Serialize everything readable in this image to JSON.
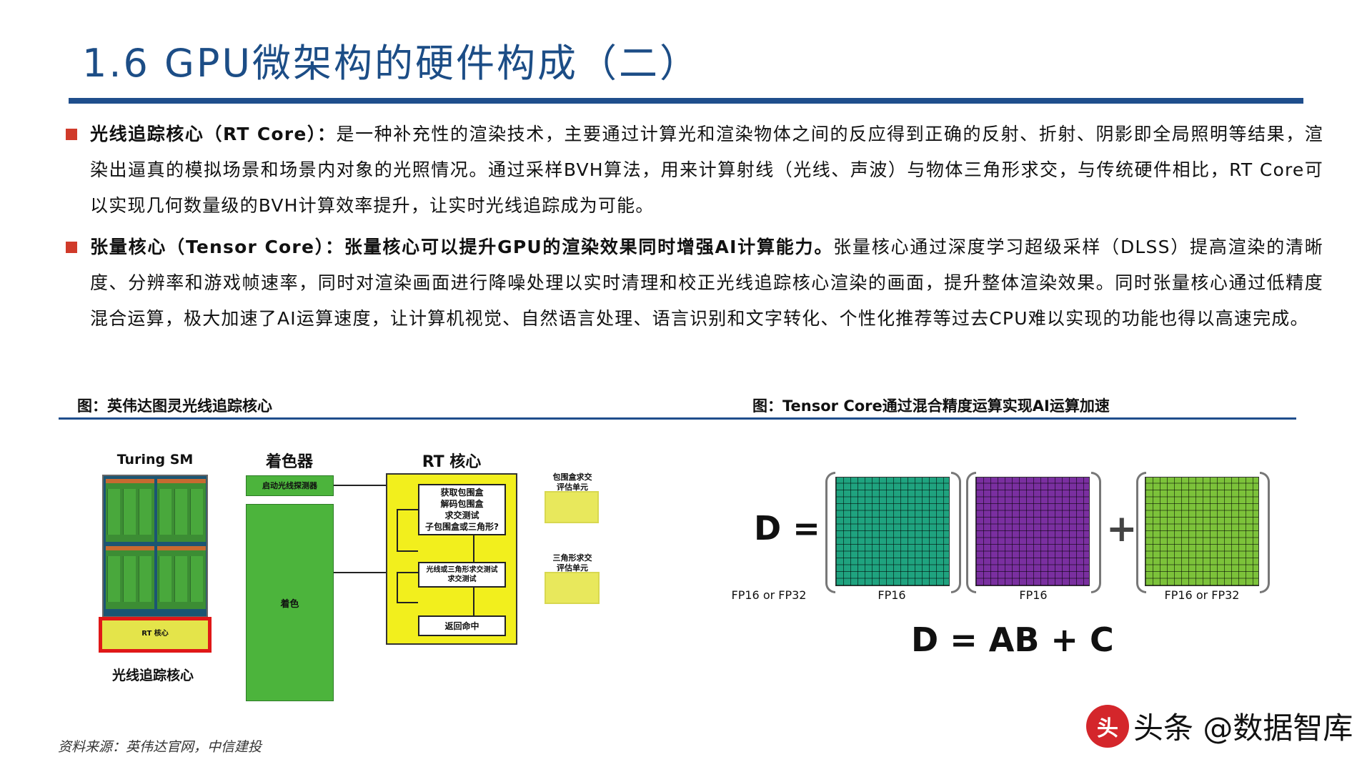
{
  "title": "1.6 GPU微架构的硬件构成（二）",
  "bullets": [
    {
      "head": "光线追踪核心（RT Core）：",
      "body": "是一种补充性的渲染技术，主要通过计算光和渲染物体之间的反应得到正确的反射、折射、阴影即全局照明等结果，渲染出逼真的模拟场景和场景内对象的光照情况。通过采样BVH算法，用来计算射线（光线、声波）与物体三角形求交，与传统硬件相比，RT Core可以实现几何数量级的BVH计算效率提升，让实时光线追踪成为可能。"
    },
    {
      "head": "张量核心（Tensor Core）：张量核心可以提升GPU的渲染效果同时增强AI计算能力。",
      "body": "张量核心通过深度学习超级采样（DLSS）提高渲染的清晰度、分辨率和游戏帧速率，同时对渲染画面进行降噪处理以实时清理和校正光线追踪核心渲染的画面，提升整体渲染效果。同时张量核心通过低精度混合运算，极大加速了AI运算速度，让计算机视觉、自然语言处理、语言识别和文字转化、个性化推荐等过去CPU难以实现的功能也得以高速完成。"
    }
  ],
  "captions": {
    "left": "图：英伟达图灵光线追踪核心",
    "right": "图：Tensor Core通过混合精度运算实现AI运算加速"
  },
  "rt_diagram": {
    "sm_label": "Turing SM",
    "sm_rt": "RT 核心",
    "sm_caption": "光线追踪核心",
    "shader_label": "着色器",
    "launch": "启动光线探测器",
    "shade": "着色",
    "rt_label": "RT 核心",
    "step1": [
      "获取包围盒",
      "解码包围盒",
      "求交测试",
      "子包围盒或三角形?"
    ],
    "step2": [
      "光线或三角形求交测试",
      "求交测试"
    ],
    "step3": "返回命中",
    "unit1": [
      "包围盒求交",
      "评估单元"
    ],
    "unit2": [
      "三角形求交",
      "评估单元"
    ]
  },
  "tensor_diagram": {
    "lhs": "D =",
    "plus": "+",
    "formula": "D = AB + C",
    "labels": [
      "FP16 or FP32",
      "FP16",
      "FP16",
      "FP16 or FP32"
    ],
    "colors": {
      "a": "#1fa37f",
      "b": "#7a2fa0",
      "c": "#7cc23a"
    }
  },
  "source": "资料来源：英伟达官网，中信建投",
  "watermark": {
    "logo": "头",
    "text": "头条 @数据智库"
  }
}
